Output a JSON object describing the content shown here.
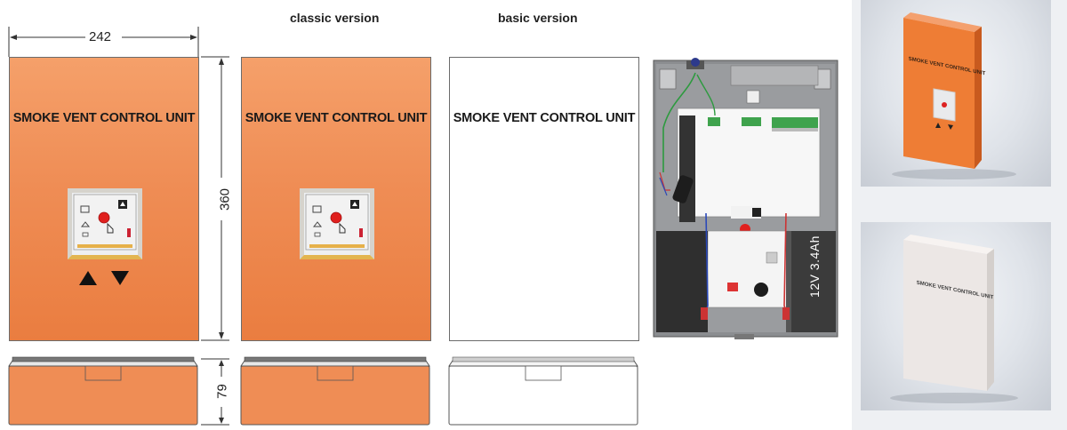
{
  "headings": {
    "classic": "classic version",
    "basic": "basic version"
  },
  "dimensions": {
    "width": "242",
    "height": "360",
    "depth": "79"
  },
  "unit_title": "SMOKE VENT CONTROL UNIT",
  "battery_label": "12V 3.4Ah",
  "photo_box_label": "SMOKE VENT CONTROL UNIT",
  "colors": {
    "housing_orange": "#ef8d55",
    "housing_white": "#ffffff",
    "battery": "#3b3b3b",
    "button_red": "#e0201e"
  }
}
